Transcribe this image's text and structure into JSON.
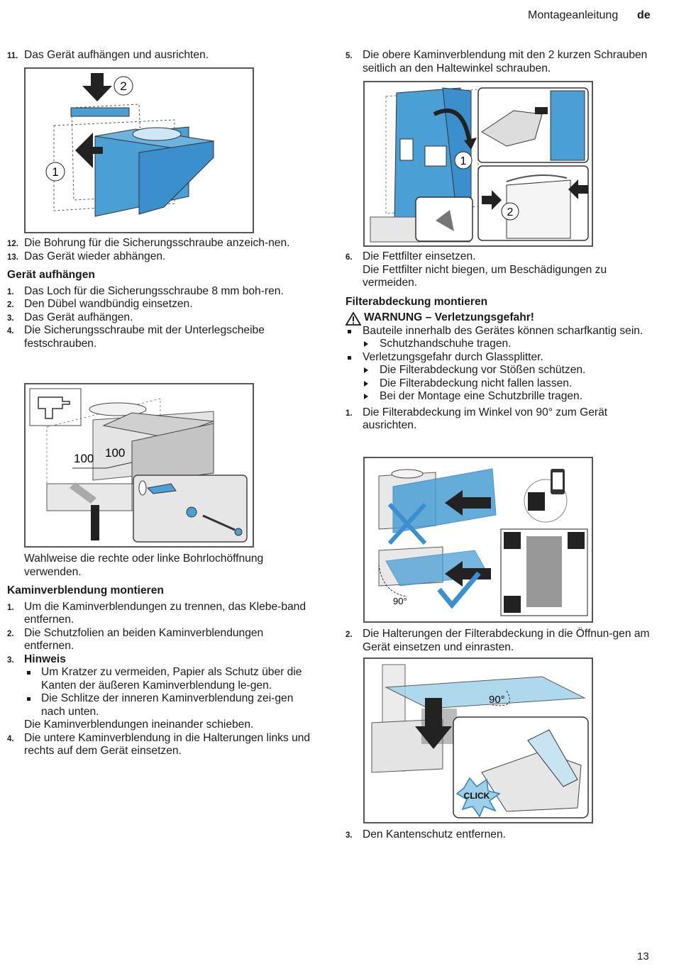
{
  "header": {
    "title": "Montageanleitung",
    "lang": "de"
  },
  "page_number": "13",
  "left": {
    "step11": {
      "num": "11.",
      "text": "Das Gerät aufhängen und ausrichten."
    },
    "fig1": {
      "label1": "1",
      "label2": "2"
    },
    "step12": {
      "num": "12.",
      "text": "Die Bohrung für die Sicherungsschraube anzeich-nen."
    },
    "step13": {
      "num": "13.",
      "text": "Das Gerät wieder abhängen."
    },
    "heading_aufhaengen": "Gerät aufhängen",
    "aufhaengen_steps": [
      {
        "num": "1.",
        "text": "Das Loch für die Sicherungsschraube 8 mm boh-ren."
      },
      {
        "num": "2.",
        "text": "Den Dübel wandbündig einsetzen."
      },
      {
        "num": "3.",
        "text": "Das Gerät aufhängen."
      },
      {
        "num": "4.",
        "text": "Die Sicherungsschraube mit der Unterlegscheibe festschrauben."
      }
    ],
    "fig2": {
      "dim1": "100",
      "dim2": "100"
    },
    "wahlweise": "Wahlweise die rechte oder linke Bohrlochöffnung verwenden.",
    "heading_kamin": "Kaminverblendung montieren",
    "kamin_step1": {
      "num": "1.",
      "text": "Um die Kaminverblendungen zu trennen, das Klebe-band entfernen."
    },
    "kamin_step2": {
      "num": "2.",
      "text": "Die Schutzfolien an beiden Kaminverblendungen entfernen."
    },
    "kamin_step3": {
      "num": "3.",
      "title": "Hinweis"
    },
    "hinweis_bullets": [
      "Um Kratzer zu vermeiden, Papier als Schutz über die Kanten der äußeren Kaminverblendung le-gen.",
      "Die Schlitze der inneren Kaminverblendung zei-gen nach unten."
    ],
    "hinweis_after": "Die Kaminverblendungen ineinander schieben.",
    "kamin_step4": {
      "num": "4.",
      "text": "Die untere Kaminverblendung in die Halterungen links und rechts auf dem Gerät einsetzen."
    }
  },
  "right": {
    "step5": {
      "num": "5.",
      "text": "Die obere Kaminverblendung mit den 2 kurzen Schrauben seitlich an den Haltewinkel schrauben."
    },
    "fig3": {
      "label1": "1",
      "label2": "2"
    },
    "step6": {
      "num": "6.",
      "line1": "Die Fettfilter einsetzen.",
      "line2": "Die Fettfilter nicht biegen, um Beschädigungen zu vermeiden."
    },
    "heading_filter": "Filterabdeckung montieren",
    "warning_title": "WARNUNG – Verletzungsgefahr!",
    "warning_items": [
      {
        "text": "Bauteile innerhalb des Gerätes können scharfkantig sein.",
        "subs": [
          "Schutzhandschuhe tragen."
        ]
      },
      {
        "text": "Verletzungsgefahr durch Glassplitter.",
        "subs": [
          "Die Filterabdeckung vor Stößen schützen.",
          "Die Filterabdeckung nicht fallen lassen.",
          "Bei der Montage eine Schutzbrille tragen."
        ]
      }
    ],
    "filter_step1": {
      "num": "1.",
      "text": "Die Filterabdeckung im Winkel von 90° zum Gerät ausrichten."
    },
    "fig4": {
      "angle": "90°"
    },
    "filter_step2": {
      "num": "2.",
      "text": "Die Halterungen der Filterabdeckung in die Öffnun-gen am Gerät einsetzen und einrasten."
    },
    "fig5": {
      "angle": "90°",
      "click": "CLICK"
    },
    "filter_step3": {
      "num": "3.",
      "text": "Den Kantenschutz entfernen."
    }
  },
  "colors": {
    "blue": "#4a9fd5",
    "blue_dark": "#2f7fbf",
    "grey": "#d9d9d9",
    "check": "#3a8fd0"
  }
}
